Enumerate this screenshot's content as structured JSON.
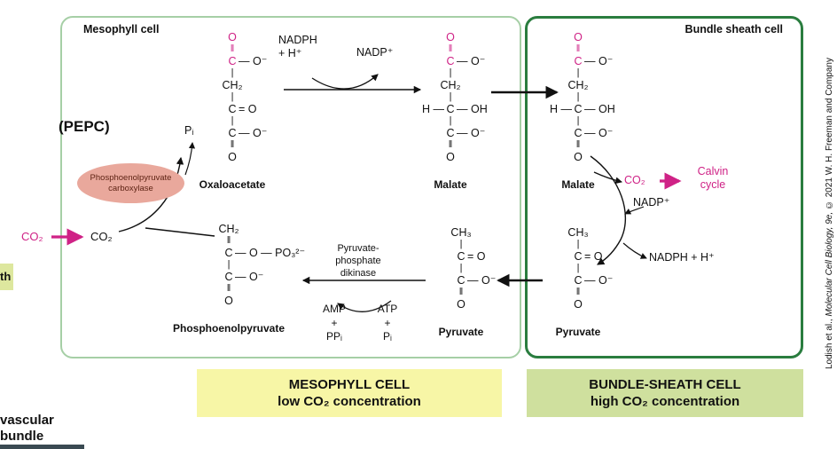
{
  "palette": {
    "magenta": "#cf2286",
    "mesophyll_border": "#a6cfa6",
    "bundle_border": "#2a7d3f",
    "banner_yellow": "#f7f6a6",
    "banner_green": "#cfe09e",
    "enzyme_fill": "#e9a89c",
    "enzyme_text": "#5f2415",
    "fragment_green": "#dde79e"
  },
  "cells": {
    "mesophyll_label": "Mesophyll cell",
    "bundle_label": "Bundle sheath cell"
  },
  "enzyme": {
    "abbrev": "(PEPC)",
    "name": "Phosphoenolpyruvate\ncarboxylase"
  },
  "left_pathway": {
    "co2_outside": "CO₂",
    "co2_inside": "CO₂",
    "pi": "Pᵢ"
  },
  "top_reaction": {
    "nadph": "NADPH\n+ H⁺",
    "nadp": "NADP⁺"
  },
  "bottom_reaction": {
    "enzyme": "Pyruvate-\nphosphate\ndikinase",
    "amp": "AMP\n+\nPPᵢ",
    "atp": "ATP\n+\nPᵢ"
  },
  "bundle_reactions": {
    "co2": "CO₂",
    "calvin": "Calvin\ncycle",
    "nadp": "NADP⁺",
    "nadph": "NADPH + H⁺"
  },
  "molecules": {
    "oxaloacetate": {
      "label": "Oxaloacetate",
      "rows": [
        {
          "c": "O",
          "cm": true
        },
        {
          "b": "‖",
          "bm": true
        },
        {
          "c": "C",
          "cm": true,
          "r": "— O⁻"
        },
        {
          "b": "|"
        },
        {
          "c": "CH₂"
        },
        {
          "b": "|"
        },
        {
          "c": "C",
          "r": "= O"
        },
        {
          "b": "|"
        },
        {
          "c": "C",
          "r": "— O⁻"
        },
        {
          "b": "‖"
        },
        {
          "c": "O"
        }
      ]
    },
    "malate_mesophyll": {
      "label": "Malate",
      "rows": [
        {
          "c": "O",
          "cm": true
        },
        {
          "b": "‖",
          "bm": true
        },
        {
          "c": "C",
          "cm": true,
          "r": "— O⁻"
        },
        {
          "b": "|"
        },
        {
          "c": "CH₂"
        },
        {
          "b": "|"
        },
        {
          "l": "H —",
          "c": "C",
          "r": "— OH"
        },
        {
          "b": "|"
        },
        {
          "c": "C",
          "r": "— O⁻"
        },
        {
          "b": "‖"
        },
        {
          "c": "O"
        }
      ]
    },
    "malate_bundle": {
      "label": "Malate",
      "rows": [
        {
          "c": "O",
          "cm": true
        },
        {
          "b": "‖",
          "bm": true
        },
        {
          "c": "C",
          "cm": true,
          "r": "— O⁻"
        },
        {
          "b": "|"
        },
        {
          "c": "CH₂"
        },
        {
          "b": "|"
        },
        {
          "l": "H —",
          "c": "C",
          "r": "— OH"
        },
        {
          "b": "|"
        },
        {
          "c": "C",
          "r": "— O⁻"
        },
        {
          "b": "‖"
        },
        {
          "c": "O"
        }
      ]
    },
    "pep": {
      "label": "Phosphoenolpyruvate",
      "rows": [
        {
          "c": "CH₂"
        },
        {
          "b": "‖"
        },
        {
          "c": "C",
          "r": "— O — PO₃²⁻"
        },
        {
          "b": "|"
        },
        {
          "c": "C",
          "r": "— O⁻"
        },
        {
          "b": "‖"
        },
        {
          "c": "O"
        }
      ]
    },
    "pyruvate_mesophyll": {
      "label": "Pyruvate",
      "rows": [
        {
          "c": "CH₃"
        },
        {
          "b": "|"
        },
        {
          "c": "C",
          "r": "= O"
        },
        {
          "b": "|"
        },
        {
          "c": "C",
          "r": "— O⁻"
        },
        {
          "b": "‖"
        },
        {
          "c": "O"
        }
      ]
    },
    "pyruvate_bundle": {
      "label": "Pyruvate",
      "rows": [
        {
          "c": "CH₃"
        },
        {
          "b": "|"
        },
        {
          "c": "C",
          "r": "= O"
        },
        {
          "b": "|"
        },
        {
          "c": "C",
          "r": "— O⁻"
        },
        {
          "b": "‖"
        },
        {
          "c": "O"
        }
      ]
    }
  },
  "banners": {
    "mesophyll_line1": "MESOPHYLL CELL",
    "mesophyll_line2": "low CO₂ concentration",
    "bundle_line1": "BUNDLE-SHEATH CELL",
    "bundle_line2": "high CO₂ concentration"
  },
  "fragments": {
    "left_label": "th",
    "corner_text": "vascular\nbundle"
  },
  "credit": {
    "part1": "Lodish et al., ",
    "part2": "Molecular Cell Biology, 9e,",
    "part3": " © 2021 W. H. Freeman and Company"
  }
}
